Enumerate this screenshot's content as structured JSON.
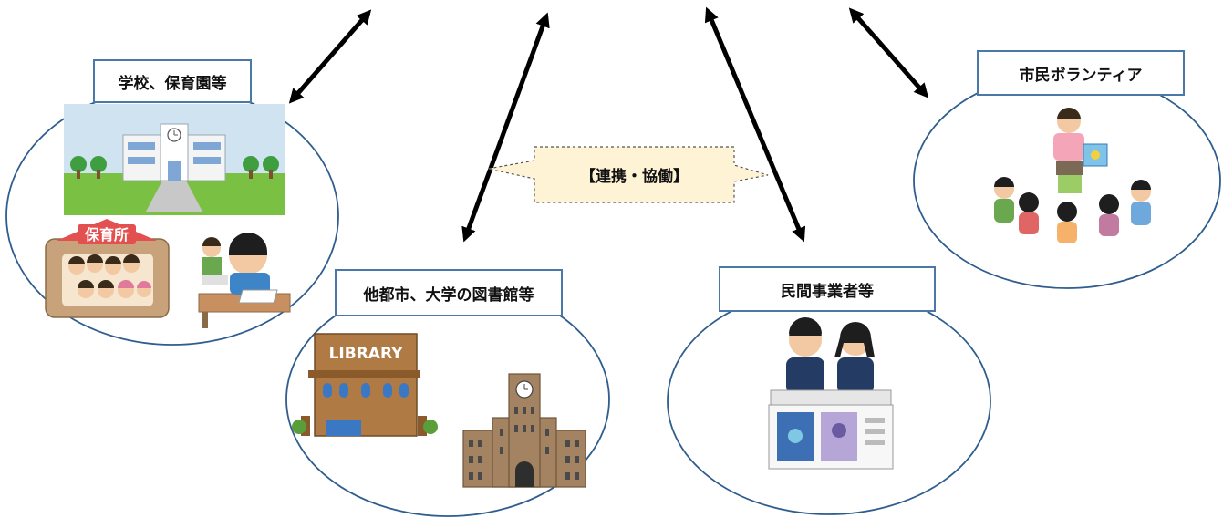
{
  "nodes": {
    "school": {
      "label": "学校、保育園等",
      "building_sign": "保育所"
    },
    "library": {
      "label": "他都市、大学の図書館等",
      "building_sign": "LIBRARY"
    },
    "business": {
      "label": "民間事業者等"
    },
    "volunteer": {
      "label": "市民ボランティア"
    }
  },
  "collaboration": {
    "label": "【連携・協働】"
  },
  "colors": {
    "ellipse_stroke": "#2e5d8e",
    "label_border": "#4a78a8",
    "arrow": "#000000",
    "callout_fill": "#fff3d6",
    "callout_border": "#555555"
  }
}
